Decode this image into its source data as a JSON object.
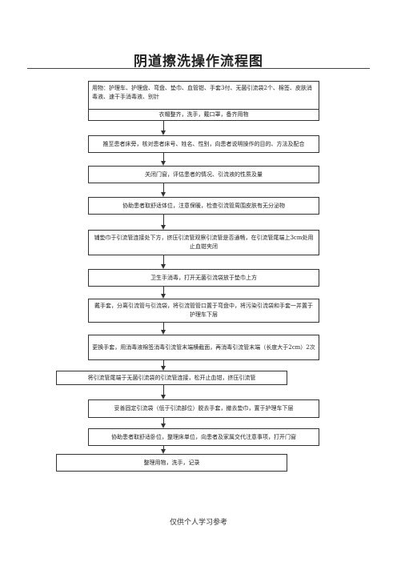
{
  "title": "阴道擦洗操作流程图",
  "steps": [
    "用物：护理车、护理盘、弯盘、垫巾、血管钳、手套3付、无菌引流袋2个、棉签、皮肤消毒液、速干手消毒液、别针",
    "衣帽整齐，洗手，戴口罩，备齐用物",
    "推至患者床旁，核对患者床号、姓名、性别，向患者说明操作的目的、方法及配合",
    "关闭门窗，评估患者的情况、引流液的性质及量",
    "协助患者取舒适体位，注意保暖，检查引流管周围皮肤有无分泌物",
    "铺垫巾于引流管连接处下方，挤压引流管观察引流管是否通畅，在引流管尾端上3cm处用止血钳夹闭",
    "卫生手消毒，打开无菌引流袋放于垫巾上方",
    "戴手套，分离引流管与引流袋，将引流管管口置于弯盘中，将污染引流袋和手套一并置于护理车下层",
    "更换手套，用消毒液棉签消毒引流管末端横截面，再消毒引流管末端（长度大于2cm）2次",
    "将引流管尾端于无菌引流袋的引流管连接，松开止血钳，挤压引流管",
    "妥善固定引流袋（低于引流部位）脱去手套，撤去垫巾，置于护理车下层",
    "协助患者取舒适卧位，整理床单位，向患者及家属交代注意事项，打开门窗",
    "整理用物，洗手，记录"
  ],
  "footer": "仅供个人学习参考"
}
